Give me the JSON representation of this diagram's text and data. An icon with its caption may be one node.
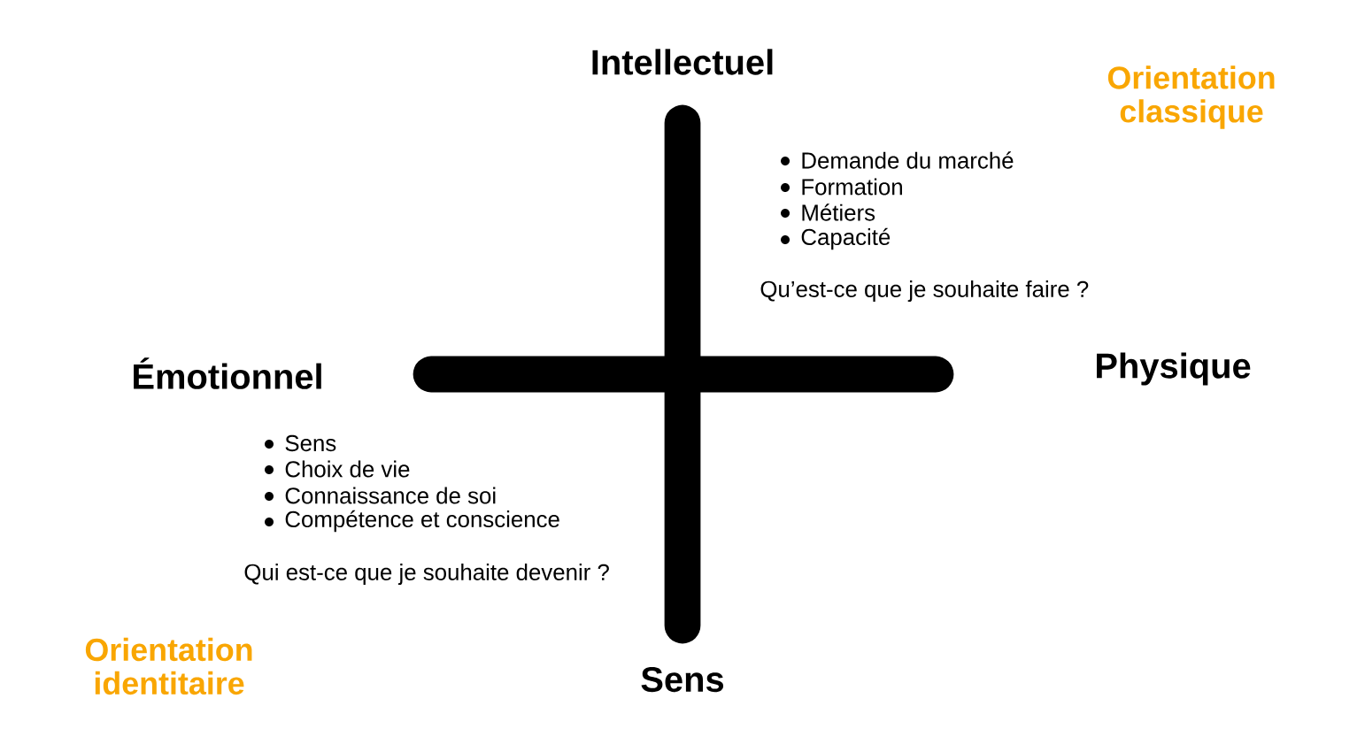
{
  "diagram": {
    "labels": [
      "Intellectuel",
      "Orientation classique",
      "Demande du marché",
      "Formation",
      "Métiers",
      "Capacité",
      "Qu’est-ce que je souhaite faire ?",
      "Émotionnel",
      "Physique",
      "Sens",
      "Choix de vie",
      "Connaissance de soi",
      "Compétence et conscience",
      "Qui est-ce que je souhaite devenir ?",
      "Orientation identitaire",
      "Sens"
    ]
  }
}
